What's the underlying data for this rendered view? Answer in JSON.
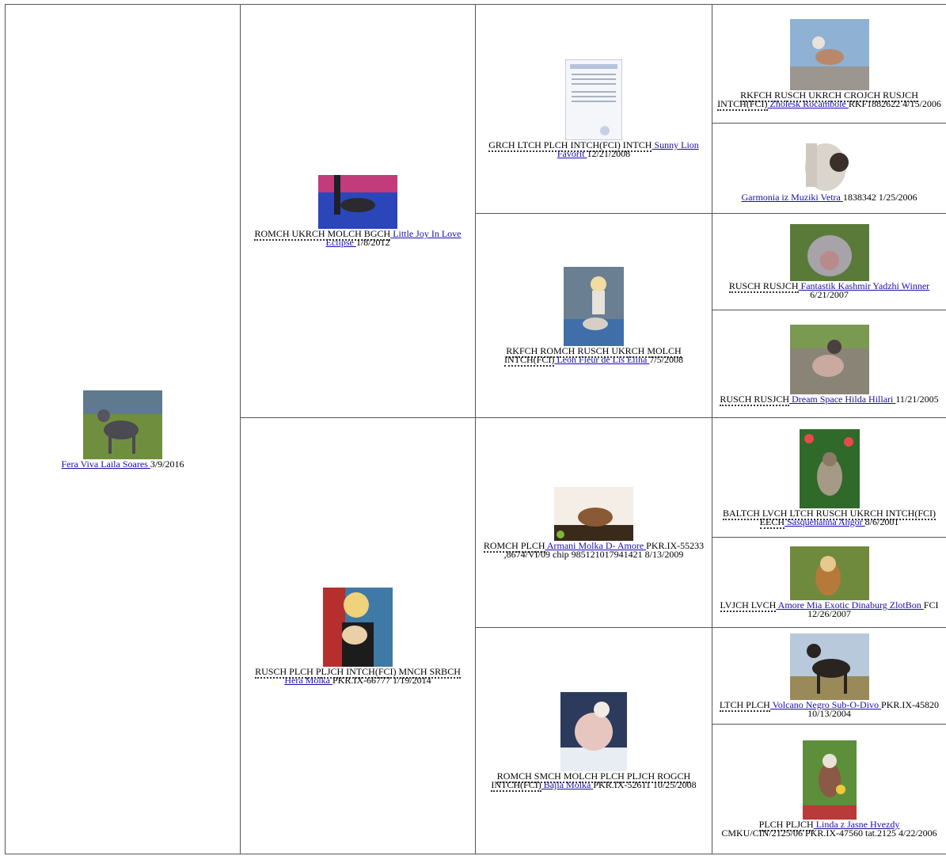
{
  "dogs": {
    "d0": {
      "titles": "",
      "name": "Fera Viva Laila Soares ",
      "extra": "3/9/2016"
    },
    "d1": {
      "titles": "ROMCH UKRCH MOLCH BGCH",
      "name": " Little Joy In Love Eclipse ",
      "extra": "1/8/2012"
    },
    "d2": {
      "titles": "RUSCH PLCH PLJCH INTCH(FCI) MNCH SRBCH",
      "name": " Hera Molka ",
      "extra": "PKR.IX-66777 1/19/2014"
    },
    "d3": {
      "titles": "GRCH LTCH PLCH INTCH(FCI) INTCH",
      "name": " Sunny Lion Favorit ",
      "extra": "12/21/2008"
    },
    "d4": {
      "titles": "RKFCH ROMCH RUSCH UKRCH MOLCH INTCH(FCI)",
      "name": " Leon Fleur de Lis Elina ",
      "extra": "7/5/2008"
    },
    "d5": {
      "titles": "ROMCH PLCH",
      "name": " Armani Molka D- Amore ",
      "extra": "PKR.IX-55233 ,8674/VI/09 chip 985121017941421 8/13/2009"
    },
    "d6": {
      "titles": "ROMCH SMCH MOLCH PLCH PLJCH ROGCH INTCH(FCI)",
      "name": " Bajla Molka ",
      "extra": "PKR.IX-52611 10/25/2008"
    },
    "d7": {
      "titles": "RKFCH RUSCH UKRCH CROJCH RUSJCH INTCH(FCI)",
      "name": " Zholesk Rocambole ",
      "extra": "RKF1882622 4/15/2006"
    },
    "d8": {
      "titles": "",
      "name": "Garmonia iz Muziki Vetra ",
      "extra": "1838342 1/25/2006"
    },
    "d9": {
      "titles": "RUSCH RUSJCH",
      "name": " Fantastik Kashmir Yadzhi Winner ",
      "extra": "6/21/2007"
    },
    "d10": {
      "titles": "RUSCH RUSJCH",
      "name": " Dream Space Hilda Hillari ",
      "extra": "11/21/2005"
    },
    "d11": {
      "titles": "BALTCH LVCH LTCH RUSCH UKRCH INTCH(FCI) EECH",
      "name": " Sasquehanna Angor ",
      "extra": "8/6/2001"
    },
    "d12": {
      "titles": "LVJCH LVCH",
      "name": " Amore Mia Exotic Dinaburg ZlotBon ",
      "extra": "FCI 12/26/2007"
    },
    "d13": {
      "titles": "LTCH PLCH",
      "name": " Volcano Negro Sub-O-Divo ",
      "extra": "PKR.IX-45820 10/13/2004"
    },
    "d14": {
      "titles": "PLCH PLJCH",
      "name": " Linda z Jasne Hvezdy ",
      "extra": "CMKU/CIN/2125/06 PKR.IX-47560 tat.2125 4/22/2006"
    }
  }
}
